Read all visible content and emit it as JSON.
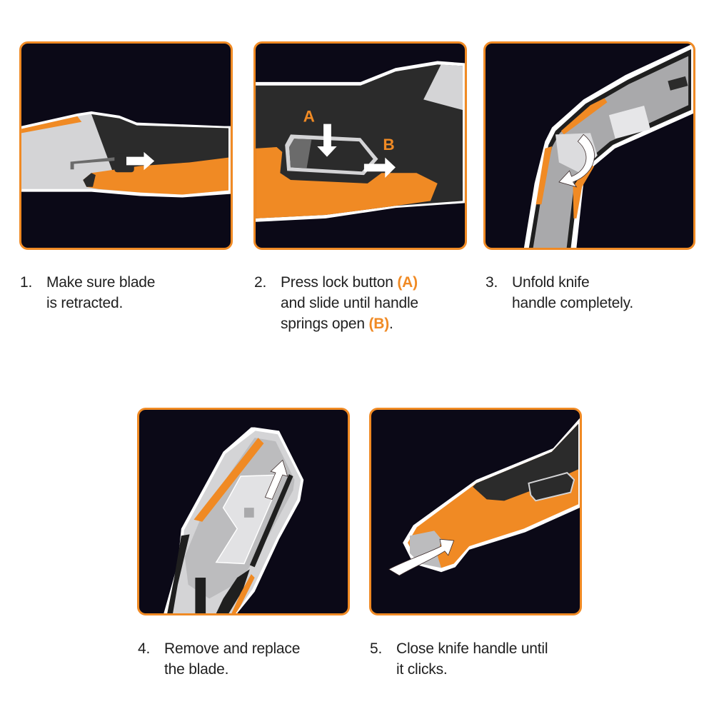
{
  "colors": {
    "accent_orange": "#f08a24",
    "panel_bg": "#0b0917",
    "handle_dark": "#2b2b2b",
    "body_light_gray": "#d4d4d6",
    "text": "#1f1f1f"
  },
  "steps": [
    {
      "number": "1.",
      "lines": [
        "Make sure blade",
        "is retracted."
      ],
      "illustration": "knife-retracted-blade-slide-arrow"
    },
    {
      "number": "2.",
      "line1_pre": "Press lock button ",
      "line1_hl": "(A)",
      "line2": "and slide until handle",
      "line3_pre": "springs open ",
      "line3_hl": "(B)",
      "line3_post": ".",
      "label_a": "A",
      "label_b": "B",
      "illustration": "lock-button-press-and-slide"
    },
    {
      "number": "3.",
      "lines": [
        "Unfold knife",
        "handle completely."
      ],
      "illustration": "handle-unfold-curved-arrow"
    },
    {
      "number": "4.",
      "lines": [
        "Remove and replace",
        "the blade."
      ],
      "illustration": "blade-replace-up-arrow"
    },
    {
      "number": "5.",
      "lines": [
        "Close knife handle until",
        "it clicks."
      ],
      "illustration": "handle-close-curved-arrow"
    }
  ]
}
